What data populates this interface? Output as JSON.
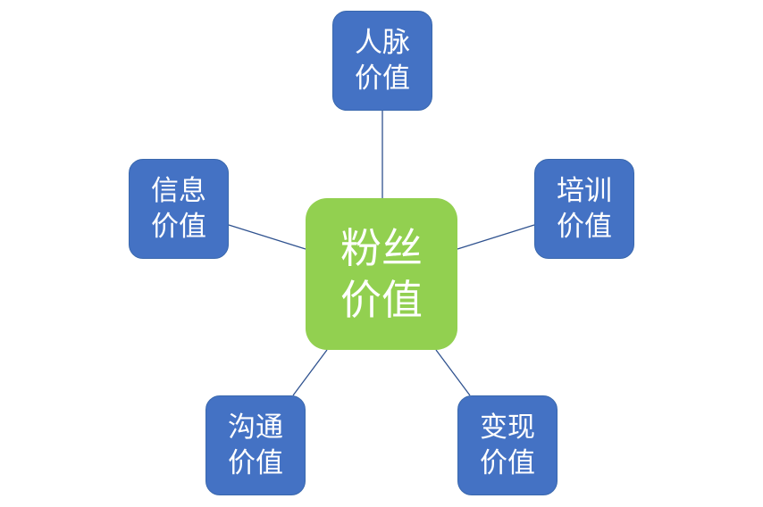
{
  "colors": {
    "center_fill": "#92d050",
    "node_fill": "#4472c4",
    "connector": "#2f528f",
    "text": "#ffffff"
  },
  "center": {
    "line1": "粉丝",
    "line2": "价值"
  },
  "nodes": [
    {
      "id": "top",
      "line1": "人脉",
      "line2": "价值"
    },
    {
      "id": "left",
      "line1": "信息",
      "line2": "价值"
    },
    {
      "id": "right",
      "line1": "培训",
      "line2": "价值"
    },
    {
      "id": "bottom-left",
      "line1": "沟通",
      "line2": "价值"
    },
    {
      "id": "bottom-right",
      "line1": "变现",
      "line2": "价值"
    }
  ]
}
